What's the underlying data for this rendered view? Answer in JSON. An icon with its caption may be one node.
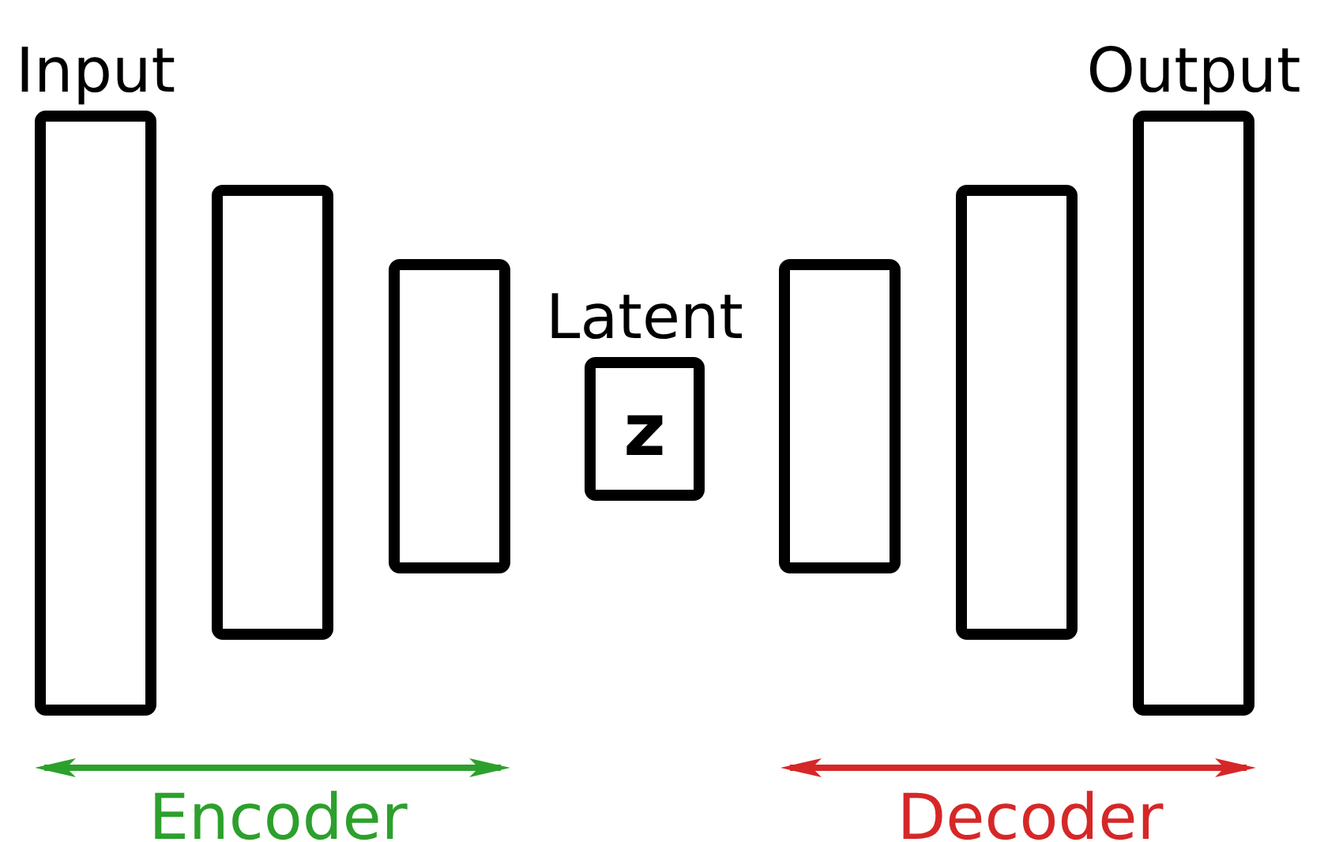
{
  "diagram": {
    "nodes": [
      {
        "text": [
          "Input"
        ]
      },
      {
        "text": [],
        "shape": "box"
      },
      {
        "text": [],
        "shape": "box"
      },
      {
        "text": [
          "Latent",
          "z"
        ]
      },
      {
        "text": [],
        "shape": "box"
      },
      {
        "text": [],
        "shape": "box"
      },
      {
        "text": [
          "Output"
        ]
      }
    ],
    "labels": [
      "Encoder",
      "Decoder"
    ]
  }
}
